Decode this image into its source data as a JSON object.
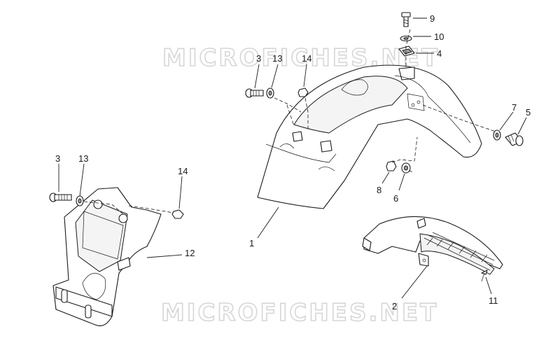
{
  "watermarks": [
    "MICROFICHES.NET",
    "MICROFICHES.NET"
  ],
  "callouts": {
    "c9": "9",
    "c10": "10",
    "c4": "4",
    "c3a": "3",
    "c13a": "13",
    "c14a": "14",
    "c7": "7",
    "c5": "5",
    "c3b": "3",
    "c13b": "13",
    "c14b": "14",
    "c12": "12",
    "c8": "8",
    "c6": "6",
    "c1": "1",
    "c2": "2",
    "c11": "11"
  }
}
